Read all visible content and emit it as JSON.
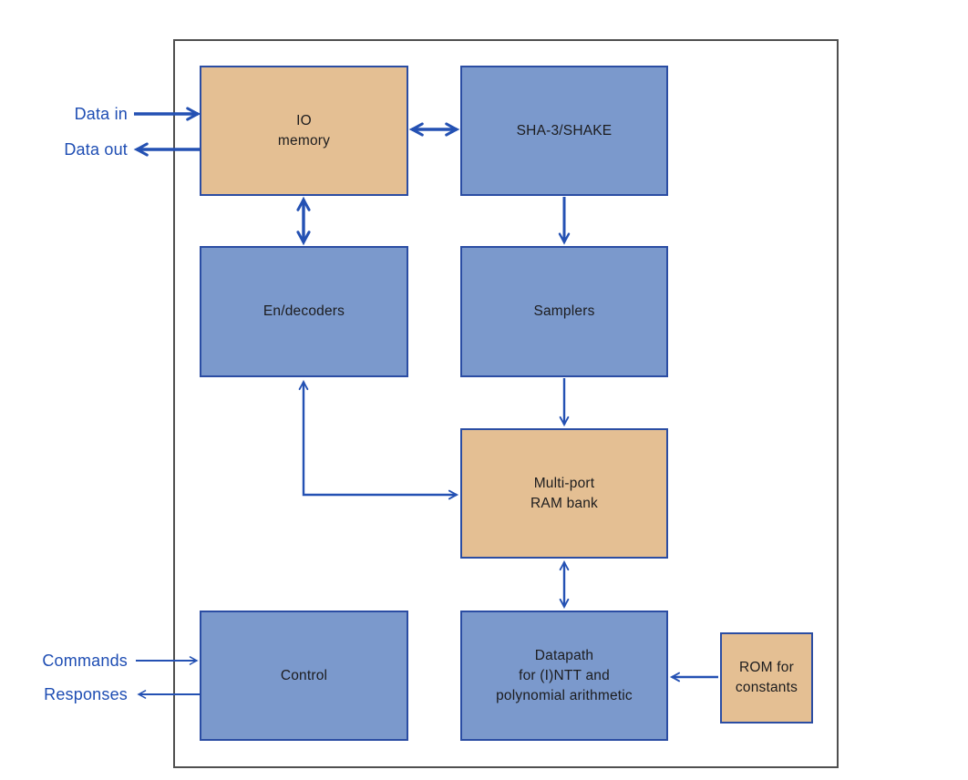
{
  "colors": {
    "tan-fill": "#e4bf93",
    "blue-fill": "#7b99cc",
    "box-border": "#2b4da3",
    "arrow": "#2451b3",
    "label-text": "#1e4db3",
    "box-text": "#1c1c1e",
    "frame": "#4f4f4f",
    "background": "#ffffff"
  },
  "external_labels": {
    "data_in": "Data in",
    "data_out": "Data out",
    "commands": "Commands",
    "responses": "Responses"
  },
  "blocks": {
    "io_memory": {
      "line1": "IO",
      "line2": "memory",
      "style": "tan"
    },
    "sha3": {
      "line1": "SHA-3/SHAKE",
      "style": "blue"
    },
    "endecoders": {
      "line1": "En/decoders",
      "style": "blue"
    },
    "samplers": {
      "line1": "Samplers",
      "style": "blue"
    },
    "ram": {
      "line1": "Multi-port",
      "line2": "RAM bank",
      "style": "tan"
    },
    "control": {
      "line1": "Control",
      "style": "blue"
    },
    "datapath": {
      "line1": "Datapath",
      "line2": "for (I)NTT and",
      "line3": "polynomial arithmetic",
      "style": "blue"
    },
    "rom": {
      "line1": "ROM for",
      "line2": "constants",
      "style": "tan"
    }
  },
  "connections": [
    {
      "from": "Data in",
      "to": "IO memory",
      "direction": "unidirectional"
    },
    {
      "from": "IO memory",
      "to": "Data out",
      "direction": "unidirectional"
    },
    {
      "from": "IO memory",
      "to": "SHA-3/SHAKE",
      "direction": "bidirectional"
    },
    {
      "from": "IO memory",
      "to": "En/decoders",
      "direction": "bidirectional"
    },
    {
      "from": "SHA-3/SHAKE",
      "to": "Samplers",
      "direction": "unidirectional"
    },
    {
      "from": "Samplers",
      "to": "Multi-port RAM bank",
      "direction": "unidirectional"
    },
    {
      "from": "En/decoders",
      "to": "Multi-port RAM bank",
      "direction": "bidirectional"
    },
    {
      "from": "Multi-port RAM bank",
      "to": "Datapath for (I)NTT and polynomial arithmetic",
      "direction": "bidirectional"
    },
    {
      "from": "ROM for constants",
      "to": "Datapath for (I)NTT and polynomial arithmetic",
      "direction": "unidirectional"
    },
    {
      "from": "Commands",
      "to": "Control",
      "direction": "unidirectional"
    },
    {
      "from": "Control",
      "to": "Responses",
      "direction": "unidirectional"
    }
  ]
}
